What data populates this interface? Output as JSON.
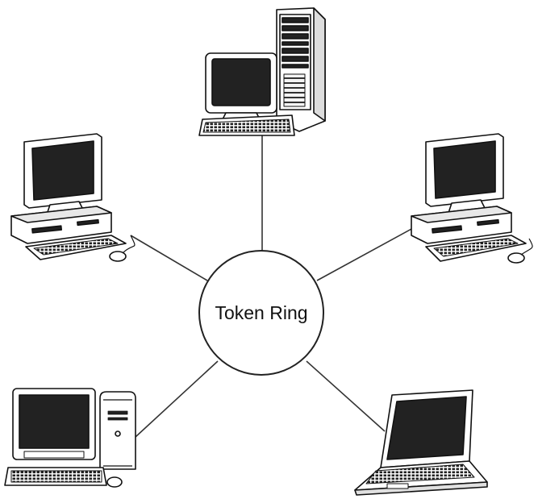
{
  "diagram": {
    "center_label": "Token Ring",
    "nodes": [
      {
        "id": "server-workstation",
        "icon": "tower-server-with-monitor-icon"
      },
      {
        "id": "desktop-left",
        "icon": "desktop-computer-icon"
      },
      {
        "id": "desktop-right",
        "icon": "desktop-computer-icon"
      },
      {
        "id": "mac-tower-bottom-left",
        "icon": "tower-computer-with-monitor-icon"
      },
      {
        "id": "laptop-bottom-right",
        "icon": "laptop-icon"
      }
    ],
    "connections": [
      [
        "token-ring",
        "server-workstation"
      ],
      [
        "token-ring",
        "desktop-left"
      ],
      [
        "token-ring",
        "desktop-right"
      ],
      [
        "token-ring",
        "mac-tower-bottom-left"
      ],
      [
        "token-ring",
        "laptop-bottom-right"
      ]
    ]
  }
}
